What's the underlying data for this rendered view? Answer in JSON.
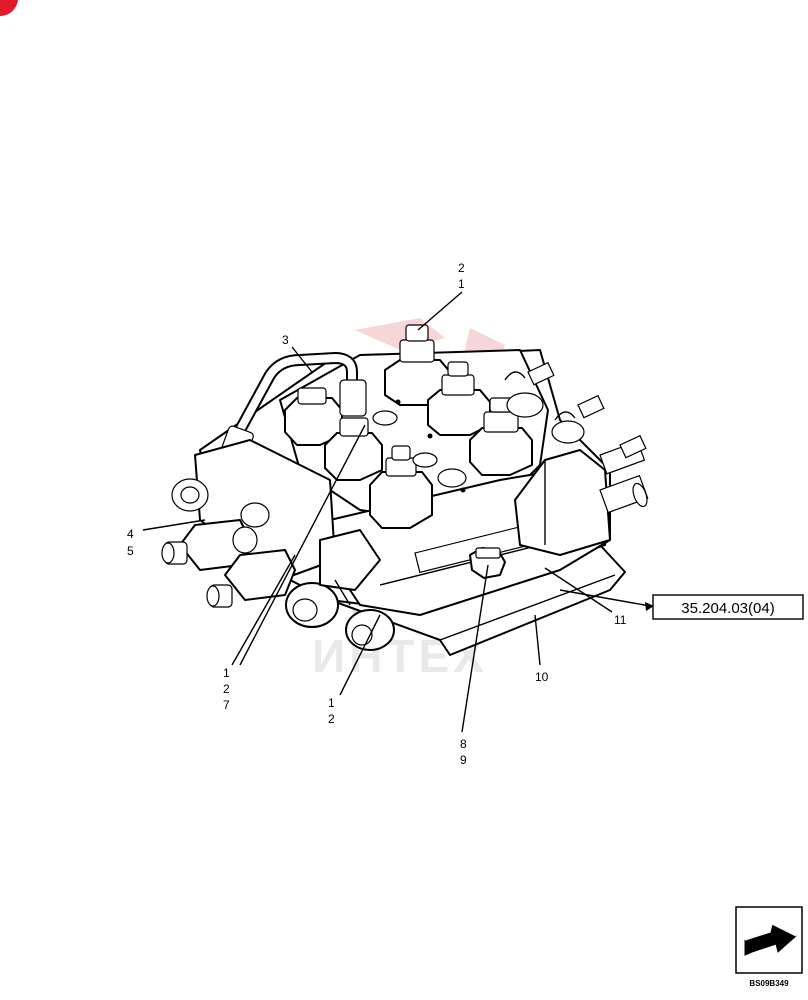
{
  "callouts": {
    "c_top_2": "2",
    "c_top_1": "1",
    "c_3": "3",
    "c_4": "4",
    "c_5": "5",
    "c_11": "11",
    "c_10": "10",
    "c_left_1": "1",
    "c_left_2": "2",
    "c_left_7": "7",
    "c_mid_1": "1",
    "c_mid_2": "2",
    "c_8": "8",
    "c_9": "9"
  },
  "reference_box": "35.204.03(04)",
  "drawing_code": "BS09B349",
  "watermark_text": "ИНТЕХ",
  "colors": {
    "watermark": "#f4c9cc",
    "corner_mark": "#e0192b",
    "ink": "#000000"
  },
  "icons": {
    "corner": "corner-mark-icon",
    "next_page": "arrow-next-icon"
  }
}
